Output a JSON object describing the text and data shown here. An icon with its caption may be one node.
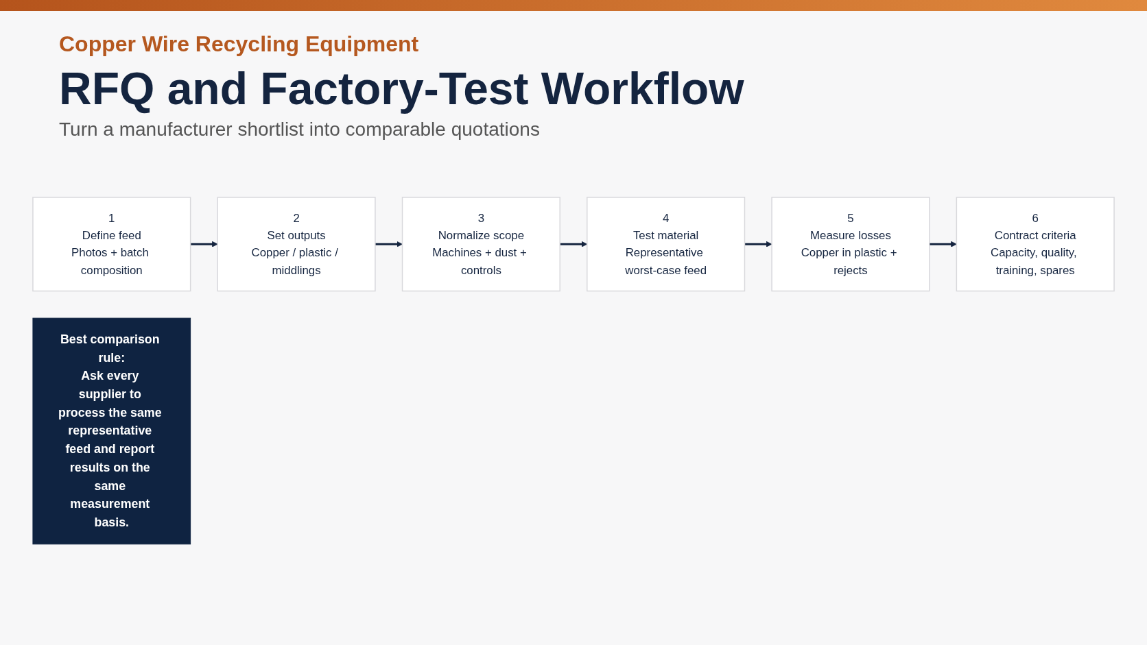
{
  "diagram": {
    "title": "RFQ and Factory-Test Workflow",
    "nodes": [
      {
        "text": [
          "1",
          "Define feed",
          "Photos + batch composition"
        ]
      },
      {
        "text": [
          "2",
          "Set outputs",
          "Copper / plastic / middlings"
        ]
      },
      {
        "text": [
          "3",
          "Normalize scope",
          "Machines + dust + controls"
        ]
      },
      {
        "text": [
          "4",
          "Test material",
          "Representative worst-case feed"
        ]
      },
      {
        "text": [
          "5",
          "Measure losses",
          "Copper in plastic + rejects"
        ]
      },
      {
        "text": [
          "6",
          "Contract criteria",
          "Capacity, quality, training, spares"
        ]
      },
      {
        "text": [
          "Best comparison rule:",
          "Ask every supplier to process the same representative feed and report results on the same measurement basis."
        ]
      }
    ],
    "edges": [
      {
        "from": 0,
        "to": 1,
        "arrow": "to"
      },
      {
        "from": 1,
        "to": 2,
        "arrow": "to"
      },
      {
        "from": 2,
        "to": 3,
        "arrow": "to"
      },
      {
        "from": 3,
        "to": 4,
        "arrow": "to"
      },
      {
        "from": 4,
        "to": 5,
        "arrow": "to"
      }
    ],
    "labels": [
      "Copper Wire Recycling Equipment",
      "Turn a manufacturer shortlist into comparable quotations"
    ]
  }
}
